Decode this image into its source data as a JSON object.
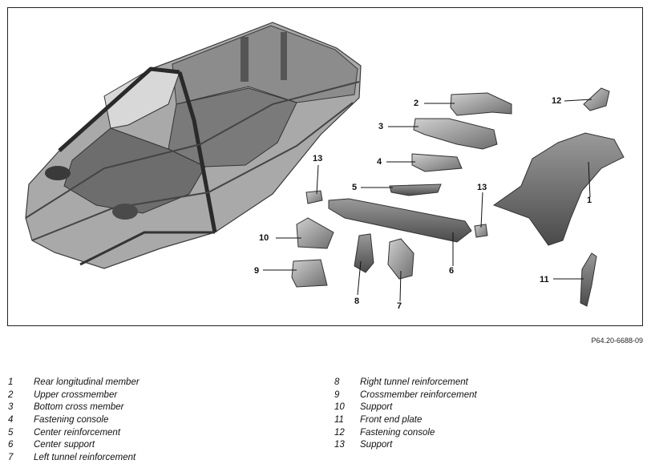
{
  "figure": {
    "code": "P64.20-6688-09",
    "callouts": [
      {
        "id": "2",
        "text": "2"
      },
      {
        "id": "3",
        "text": "3"
      },
      {
        "id": "4",
        "text": "4"
      },
      {
        "id": "5",
        "text": "5"
      },
      {
        "id": "13a",
        "text": "13"
      },
      {
        "id": "13b",
        "text": "13"
      },
      {
        "id": "10",
        "text": "10"
      },
      {
        "id": "9",
        "text": "9"
      },
      {
        "id": "8",
        "text": "8"
      },
      {
        "id": "7",
        "text": "7"
      },
      {
        "id": "6",
        "text": "6"
      },
      {
        "id": "12",
        "text": "12"
      },
      {
        "id": "1",
        "text": "1"
      },
      {
        "id": "11",
        "text": "11"
      }
    ]
  },
  "legend": {
    "left": [
      {
        "num": "1",
        "label": "Rear longitudinal member"
      },
      {
        "num": "2",
        "label": "Upper crossmember"
      },
      {
        "num": "3",
        "label": "Bottom cross member"
      },
      {
        "num": "4",
        "label": "Fastening console"
      },
      {
        "num": "5",
        "label": "Center reinforcement"
      },
      {
        "num": "6",
        "label": "Center support"
      },
      {
        "num": "7",
        "label": "Left tunnel reinforcement"
      }
    ],
    "right": [
      {
        "num": "8",
        "label": "Right tunnel reinforcement"
      },
      {
        "num": "9",
        "label": "Crossmember reinforcement"
      },
      {
        "num": "10",
        "label": "Support"
      },
      {
        "num": "11",
        "label": "Front end plate"
      },
      {
        "num": "12",
        "label": "Fastening console"
      },
      {
        "num": "13",
        "label": "Support"
      }
    ]
  }
}
